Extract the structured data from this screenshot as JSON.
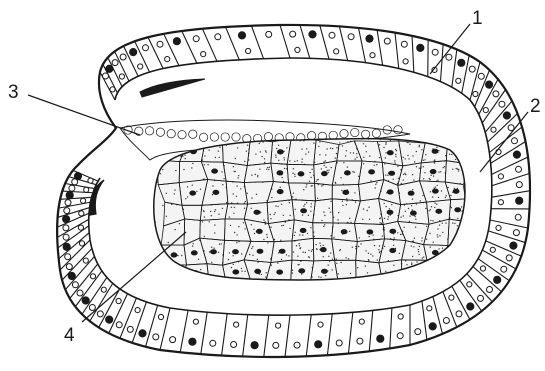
{
  "figure": {
    "colors": {
      "ink": "#1a1a1a",
      "paper": "#ffffff",
      "dots": "#3a3a3a"
    },
    "labels": {
      "l1": "1",
      "l2": "2",
      "l3": "3",
      "l4": "4"
    }
  }
}
